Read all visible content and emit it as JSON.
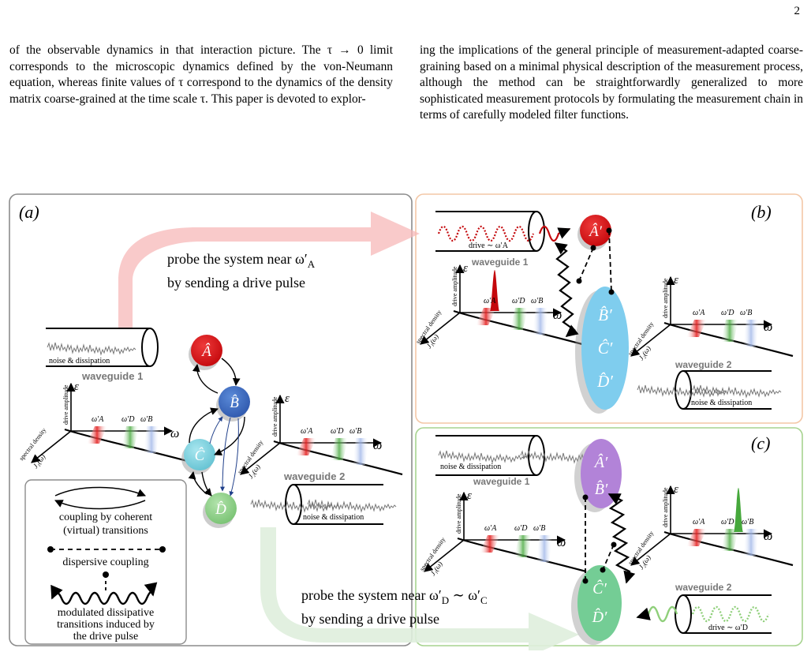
{
  "page_number": "2",
  "text": {
    "left": "of the observable dynamics in that interaction picture. The τ → 0 limit corresponds to the microscopic dynamics defined by the von-Neumann equation, whereas finite values of τ correspond to the dynamics of the density matrix coarse-grained at the time scale τ. This paper is devoted to explor-",
    "right": "ing the implications of the general principle of measurement-adapted coarse-graining based on a minimal physical description of the measurement process, although the method can be straightforwardly generalized to more sophisticated measurement protocols by formulating the measurement chain in terms of carefully modeled filter functions."
  },
  "figure": {
    "panel_labels": {
      "a": "(a)",
      "b": "(b)",
      "c": "(c)"
    },
    "probe_top_line1": "probe the system near ω′",
    "probe_top_sub": "A",
    "probe_top_line2": "by sending a drive pulse",
    "probe_bottom_line1": "probe the system near ω′",
    "probe_bottom_sub1": "D",
    "probe_bottom_mid": " ∼ ω′",
    "probe_bottom_sub2": "C",
    "probe_bottom_line2": "by sending a drive pulse",
    "noise_label": "noise & dissipation",
    "wg1": "waveguide 1",
    "wg2": "waveguide 2",
    "drive_A": "drive ∼ ω′A",
    "drive_D": "drive ∼ ω′D",
    "eps": "ε",
    "eps_sub": "d",
    "omega": "ω",
    "drive_amp": "drive amplitude",
    "spec_density": "spectral density",
    "J1": "J₁(ω)",
    "J2": "J₂(ω)",
    "freqA": "ω′A",
    "freqD": "ω′D",
    "freqB": "ω′B",
    "nodes": {
      "A": "Â",
      "B": "B̂",
      "C": "Ĉ",
      "D": "D̂",
      "Ap": "Â′",
      "Bp": "B̂′",
      "Cp": "Ĉ′",
      "Dp": "D̂′"
    },
    "legend": {
      "coherent_1": "coupling by coherent",
      "coherent_2": "(virtual) transitions",
      "dispersive": "dispersive coupling",
      "modulated_1": "modulated dissipative",
      "modulated_2": "transitions induced by",
      "modulated_3": "the drive pulse"
    },
    "colors": {
      "A": "#d7191c",
      "B": "#3a6cc4",
      "C": "#7fd3e0",
      "D": "#8fd18a",
      "Bp_blob": "#7fcdee",
      "ApBp_purple": "#b283d8",
      "CpDp_green": "#74cd95",
      "red_arrow": "#f7b8b8",
      "green_arrow": "#dfeedd",
      "frame_a": "#8c8c8c",
      "frame_b": "#f3c7a6",
      "frame_c": "#a7d38f"
    }
  }
}
